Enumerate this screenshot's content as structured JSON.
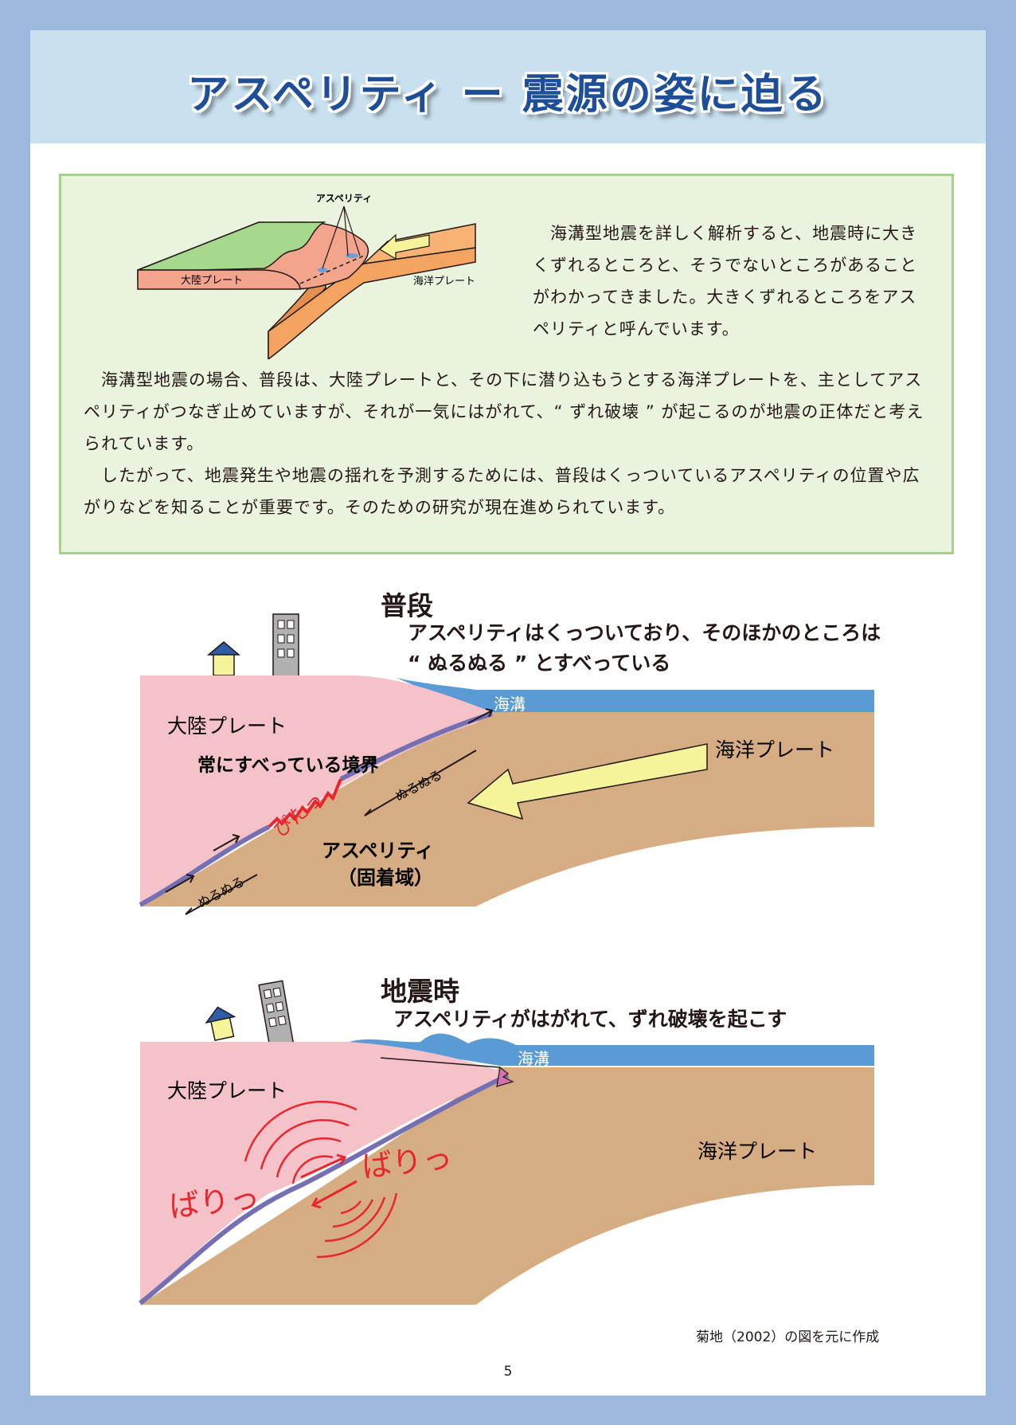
{
  "page": {
    "title": "アスペリティ ー 震源の姿に迫る",
    "number": "5",
    "credit": "菊地（2002）の図を元に作成"
  },
  "intro": {
    "block_labels": {
      "asperity": "アスペリティ",
      "continental": "大陸プレート",
      "oceanic": "海洋プレート"
    },
    "p1": "　海溝型地震を詳しく解析すると、地震時に大きくずれるところと、そうでないところがあることがわかってきました。大きくずれるところをアスペリティと呼んでいます。",
    "p2": "　海溝型地震の場合、普段は、大陸プレートと、その下に潜り込もうとする海洋プレートを、主としてアスペリティがつなぎ止めていますが、それが一気にはがれて、“ ずれ破壊 ” が起こるのが地震の正体だと考えられています。",
    "p3": "　したがって、地震発生や地震の揺れを予測するためには、普段はくっついているアスペリティの位置や広がりなどを知ることが重要です。そのための研究が現在進められています。"
  },
  "normal": {
    "title": "普段",
    "caption": "アスペリティはくっついており、そのほかのところは “ ぬるぬる ” とすべっている",
    "labels": {
      "continental": "大陸プレート",
      "trench": "海溝",
      "oceanic": "海洋プレート",
      "sliding_boundary": "常にすべっている境界",
      "slip_1": "ぬるぬる",
      "slip_2": "ぬるぬる",
      "stuck": "ぴたっ",
      "asperity": "アスペリティ",
      "locked_zone": "（固着域）"
    }
  },
  "quake": {
    "title": "地震時",
    "caption": "アスペリティがはがれて、ずれ破壊を起こす",
    "labels": {
      "continental": "大陸プレート",
      "trench": "海溝",
      "oceanic": "海洋プレート",
      "rupture_left": "ばりっ",
      "rupture_right": "ばりっ"
    }
  },
  "colors": {
    "background": "#9db8df",
    "header": "#c9e1ee",
    "title": "#1f4e98",
    "intro_box": "#e9f3dd",
    "continental_plate": "#f4c2c8",
    "oceanic_plate": "#d6ac82",
    "sea": "#5b9bd5",
    "arrow": "#f6f49b",
    "alert": "#e8262d"
  },
  "icons": {
    "house": "house-icon",
    "building": "building-icon",
    "motion_arrow": "arrow-left-icon"
  }
}
